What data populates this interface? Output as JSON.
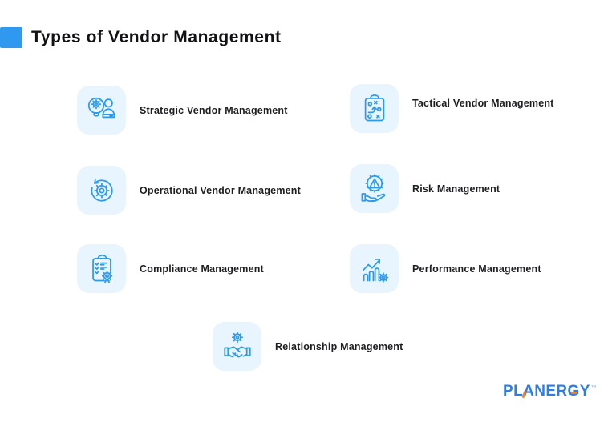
{
  "title": {
    "text": "Types of Vendor Management"
  },
  "colors": {
    "accent_square": "#2e99ef",
    "card_background": "#e8f4fe",
    "icon_stroke": "#2e9ae9",
    "title_text": "#121216",
    "label_text": "#1e1e22",
    "logo_blue": "#2d7de9",
    "logo_orange": "#f58220"
  },
  "items": [
    {
      "label": "Strategic Vendor Management",
      "icon": "lightbulb-gear-person-icon"
    },
    {
      "label": "Tactical Vendor Management",
      "icon": "clipboard-strategy-icon"
    },
    {
      "label": "Operational Vendor Management",
      "icon": "gear-refresh-icon"
    },
    {
      "label": "Risk Management",
      "icon": "hand-warning-badge-icon"
    },
    {
      "label": "Compliance Management",
      "icon": "clipboard-checklist-award-icon"
    },
    {
      "label": "Performance Management",
      "icon": "growth-chart-gear-icon"
    },
    {
      "label": "Relationship Management",
      "icon": "handshake-gear-icon"
    }
  ],
  "footer": {
    "logo_text": "PLANERGY",
    "trademark": "™"
  }
}
